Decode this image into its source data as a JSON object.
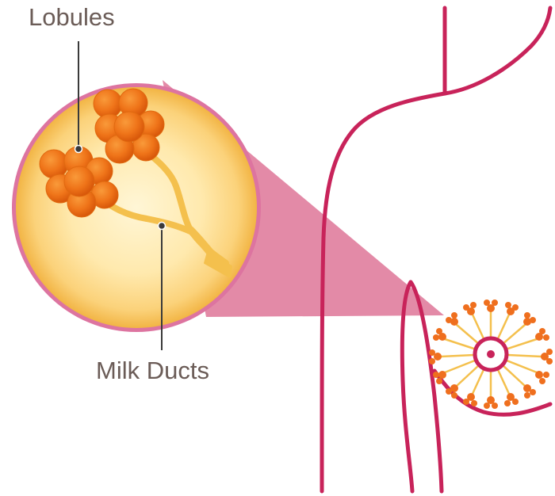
{
  "labels": {
    "lobules": "Lobules",
    "milk_ducts": "Milk Ducts"
  },
  "colors": {
    "outline": "#c8235a",
    "magnify_cone": "#e08aa6",
    "magnify_rim": "#d8679a",
    "circle_inner": "#ffedb8",
    "circle_edge": "#f3b94e",
    "lobule_fill": "#f07a1c",
    "lobule_dark": "#d85a0a",
    "duct": "#f6c652",
    "leader_line": "#3a3a3a",
    "text": "#6b5c57"
  },
  "icons": {
    "magnifier": "magnified-circle",
    "nipple": "areola-target"
  }
}
